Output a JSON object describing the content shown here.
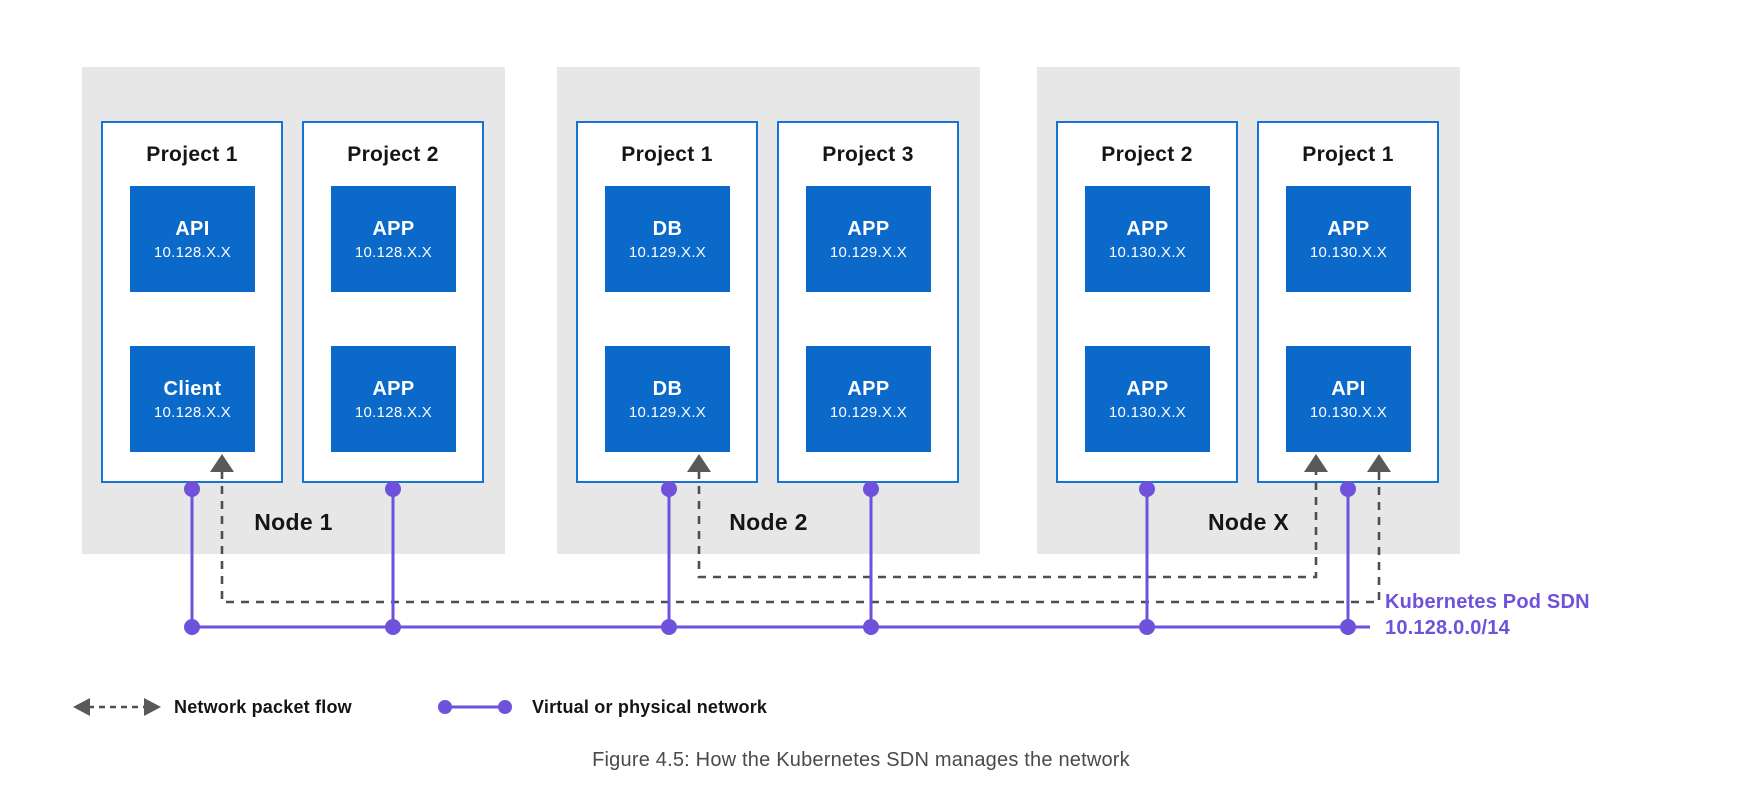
{
  "figure": {
    "caption": "Figure 4.5: How the Kubernetes SDN manages the network"
  },
  "sdn_label": {
    "line1": "Kubernetes Pod SDN",
    "line2": "10.128.0.0/14"
  },
  "legend": {
    "packet_flow": "Network packet flow",
    "network": "Virtual or physical network"
  },
  "nodes": [
    {
      "label": "Node 1",
      "projects": [
        {
          "title": "Project 1",
          "pods": [
            {
              "name": "API",
              "ip": "10.128.X.X"
            },
            {
              "name": "Client",
              "ip": "10.128.X.X"
            }
          ]
        },
        {
          "title": "Project 2",
          "pods": [
            {
              "name": "APP",
              "ip": "10.128.X.X"
            },
            {
              "name": "APP",
              "ip": "10.128.X.X"
            }
          ]
        }
      ]
    },
    {
      "label": "Node 2",
      "projects": [
        {
          "title": "Project 1",
          "pods": [
            {
              "name": "DB",
              "ip": "10.129.X.X"
            },
            {
              "name": "DB",
              "ip": "10.129.X.X"
            }
          ]
        },
        {
          "title": "Project 3",
          "pods": [
            {
              "name": "APP",
              "ip": "10.129.X.X"
            },
            {
              "name": "APP",
              "ip": "10.129.X.X"
            }
          ]
        }
      ]
    },
    {
      "label": "Node X",
      "projects": [
        {
          "title": "Project 2",
          "pods": [
            {
              "name": "APP",
              "ip": "10.130.X.X"
            },
            {
              "name": "APP",
              "ip": "10.130.X.X"
            }
          ]
        },
        {
          "title": "Project 1",
          "pods": [
            {
              "name": "APP",
              "ip": "10.130.X.X"
            },
            {
              "name": "API",
              "ip": "10.130.X.X"
            }
          ]
        }
      ]
    }
  ],
  "colors": {
    "pod_blue": "#0a69c9",
    "project_border_blue": "#1874d2",
    "node_gray": "#e7e7e7",
    "network_purple": "#6e52dc",
    "packet_gray": "#4f4f4f",
    "arrow_gray": "#595959",
    "text_black": "#151515",
    "caption_gray": "#4a4a4a"
  }
}
